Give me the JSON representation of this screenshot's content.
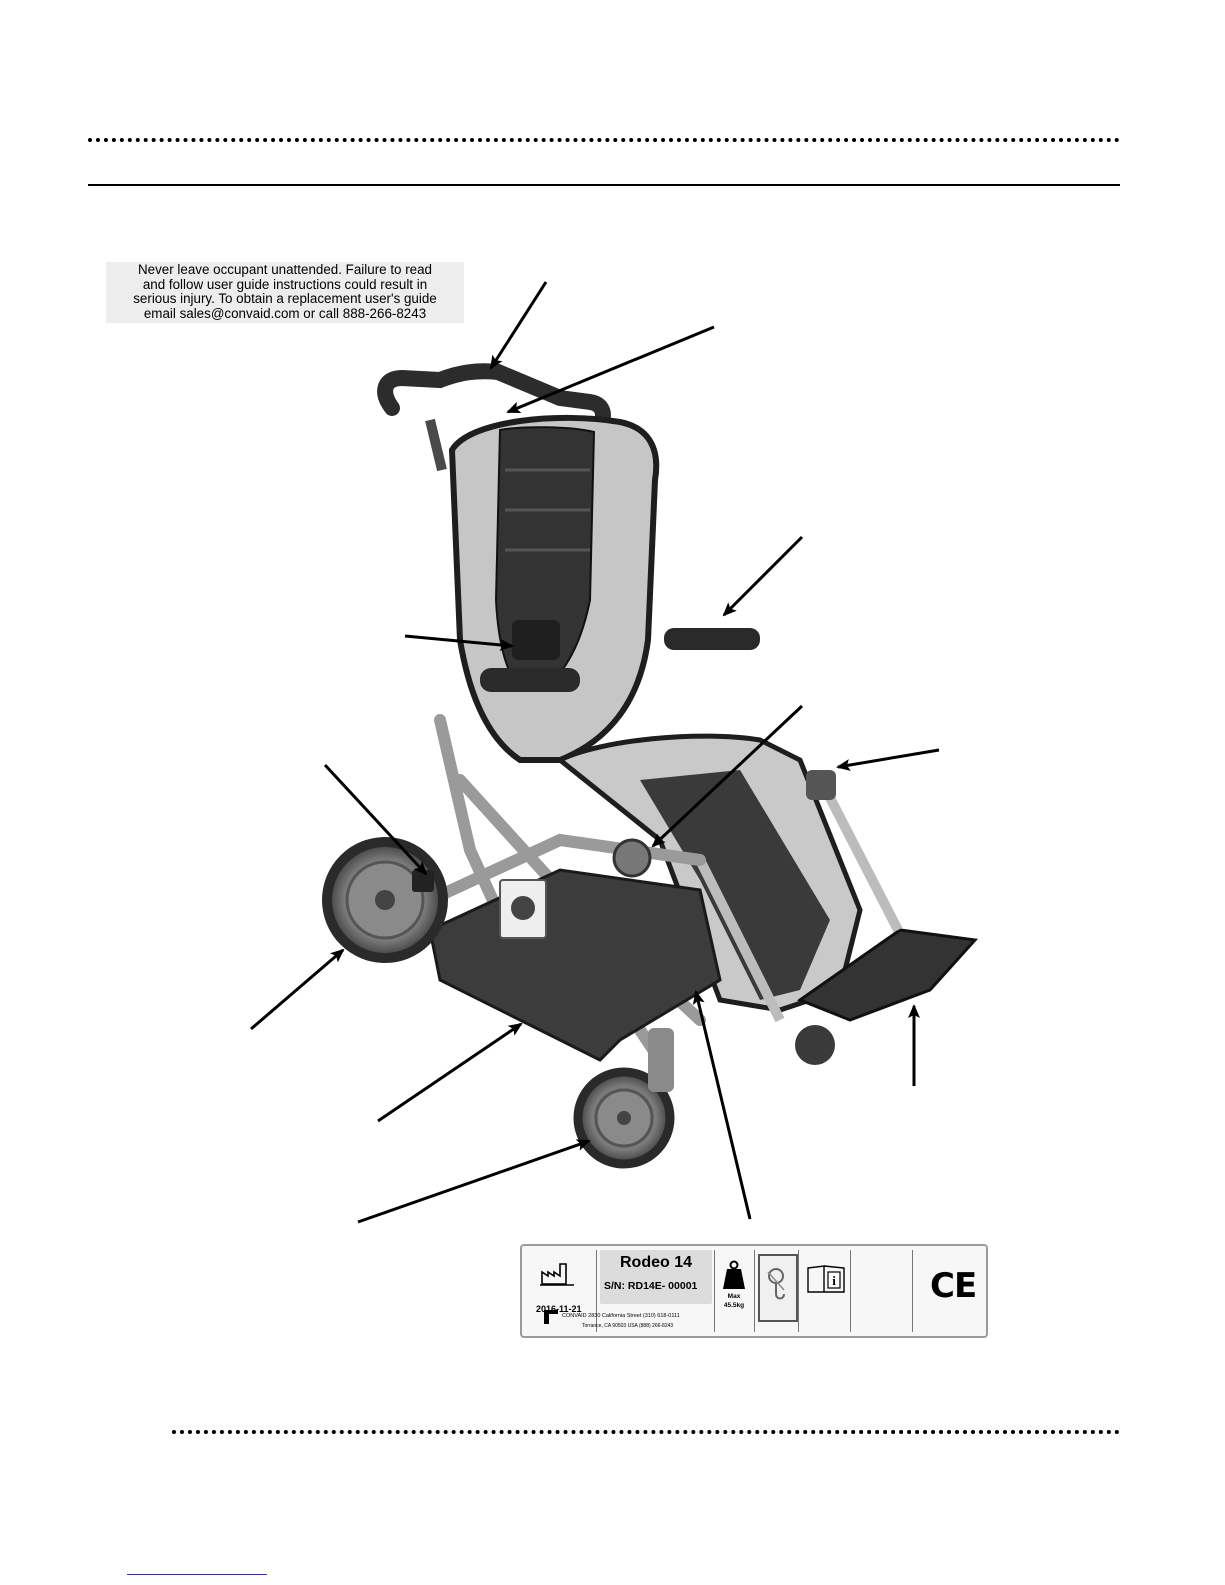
{
  "warning": {
    "lines": [
      "Never leave occupant unattended. Failure to read",
      "and follow user guide instructions could result in",
      "serious injury. To obtain a replacement user's guide",
      "email sales@convaid.com or call 888-266-8243"
    ]
  },
  "product_label": {
    "manufacture_date": "2016-11-21",
    "model": "Rodeo 14",
    "serial": "S/N: RD14E- 00001",
    "max_label": "Max",
    "max_weight": "45.5kg",
    "company_line": "CONVAID 2830 California Street    (310) 618-0111",
    "address_line": "Torrance, CA 90503 USA   (888) 266-8243",
    "ce_mark": "CE",
    "icons": [
      "factory-icon",
      "weight-icon",
      "hook-icon",
      "user-guide-info-icon",
      "ce-mark"
    ]
  },
  "figure": {
    "subject": "wheelchair-stroller-photo",
    "frame_color": "#9a9a9a",
    "fabric_color": "#c9c9c9",
    "dark_color": "#2a2a2a"
  }
}
